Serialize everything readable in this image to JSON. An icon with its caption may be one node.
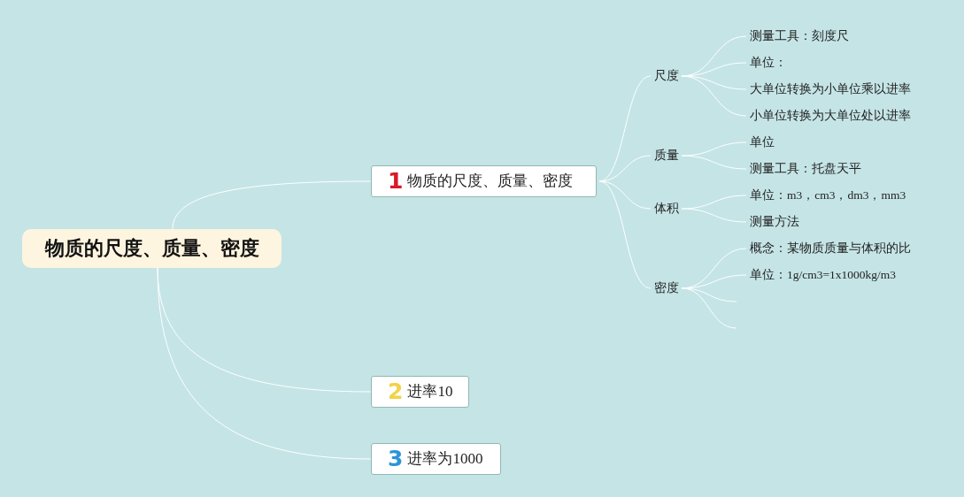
{
  "diagram": {
    "nodes": [
      {
        "text": [
          "物质的尺度、质量、密度"
        ]
      },
      {
        "text": [
          "1",
          "物质的尺度、质量、密度"
        ]
      },
      {
        "text": [
          "2",
          "进率10"
        ]
      },
      {
        "text": [
          "3",
          "进率为1000"
        ]
      },
      {
        "text": [
          "尺度"
        ]
      },
      {
        "text": [
          "质量"
        ]
      },
      {
        "text": [
          "体积"
        ]
      },
      {
        "text": [
          "密度"
        ]
      },
      {
        "text": [
          "测量工具：刻度尺"
        ]
      },
      {
        "text": [
          "单位："
        ]
      },
      {
        "text": [
          "大单位转换为小单位乘以进率"
        ]
      },
      {
        "text": [
          "小单位转换为大单位处以进率"
        ]
      },
      {
        "text": [
          "单位"
        ]
      },
      {
        "text": [
          "测量工具：托盘天平"
        ]
      },
      {
        "text": [
          "单位：m3，cm3，dm3，mm3"
        ]
      },
      {
        "text": [
          "测量方法"
        ]
      },
      {
        "text": [
          "概念：某物质质量与体积的比"
        ]
      },
      {
        "text": [
          "单位：1g/cm3=1x1000kg/m3"
        ]
      }
    ],
    "edges": [
      {
        "from": 0,
        "to": 1,
        "arrow": "none"
      },
      {
        "from": 0,
        "to": 2,
        "arrow": "none"
      },
      {
        "from": 0,
        "to": 3,
        "arrow": "none"
      },
      {
        "from": 1,
        "to": 4,
        "arrow": "none"
      },
      {
        "from": 1,
        "to": 5,
        "arrow": "none"
      },
      {
        "from": 1,
        "to": 6,
        "arrow": "none"
      },
      {
        "from": 1,
        "to": 7,
        "arrow": "none"
      },
      {
        "from": 4,
        "to": 8,
        "arrow": "none"
      },
      {
        "from": 4,
        "to": 9,
        "arrow": "none"
      },
      {
        "from": 4,
        "to": 10,
        "arrow": "none"
      },
      {
        "from": 4,
        "to": 11,
        "arrow": "none"
      },
      {
        "from": 5,
        "to": 12,
        "arrow": "none"
      },
      {
        "from": 5,
        "to": 13,
        "arrow": "none"
      },
      {
        "from": 6,
        "to": 14,
        "arrow": "none"
      },
      {
        "from": 6,
        "to": 15,
        "arrow": "none"
      },
      {
        "from": 7,
        "to": 16,
        "arrow": "none"
      },
      {
        "from": 7,
        "to": 17,
        "arrow": "none"
      },
      {
        "from": 7,
        "to": null,
        "arrow": "none"
      },
      {
        "from": 7,
        "to": null,
        "arrow": "none"
      }
    ]
  }
}
